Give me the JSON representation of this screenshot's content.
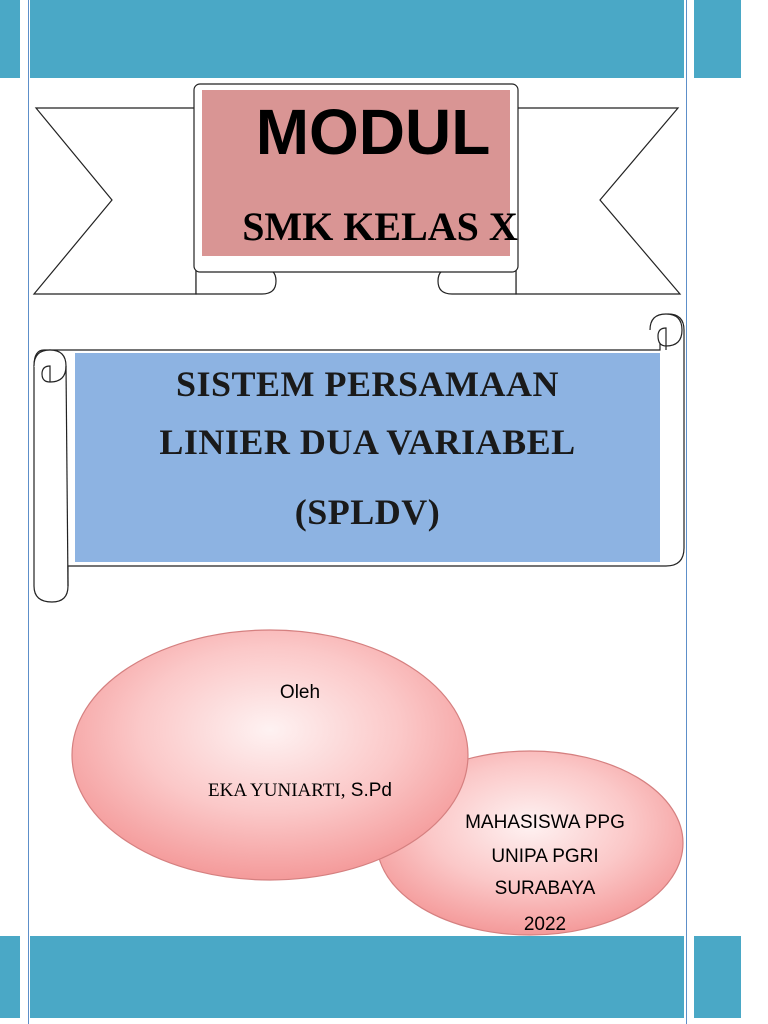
{
  "cover": {
    "header": "MODUL",
    "subheader": "SMK KELAS X",
    "title_lines": [
      "SISTEM PERSAMAAN",
      "LINIER DUA VARIABEL",
      "(SPLDV)"
    ],
    "by_label": "Oleh",
    "author_name": "EKA YUNIARTI",
    "author_separator": ",",
    "author_degree": " S.Pd",
    "affiliation_lines": [
      "MAHASISWA PPG",
      "UNIPA PGRI",
      "SURABAYA",
      "2022"
    ]
  },
  "colors": {
    "band": "#4aa8c6",
    "rule_line": "#5d8fc9",
    "banner_fill": "#d99594",
    "scroll_fill": "#8db3e2",
    "ellipse_gradient": [
      "#fef2f2",
      "#f49a9a"
    ]
  }
}
